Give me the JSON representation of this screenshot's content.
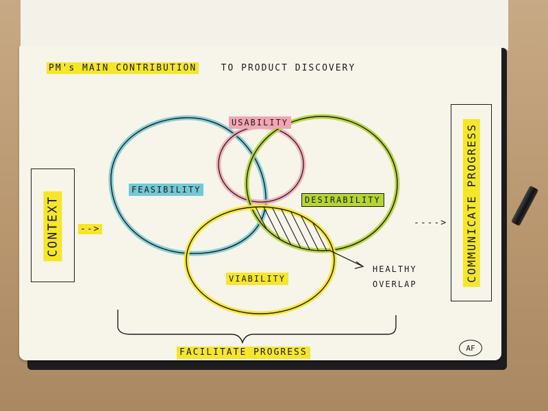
{
  "diagram": {
    "title_highlight": "PM's MAIN CONTRIBUTION",
    "title_rest": "TO PRODUCT DISCOVERY",
    "circles": {
      "feasibility": "FEASIBILITY",
      "usability": "USABILITY",
      "desirability": "DESIRABILITY",
      "viability": "VIABILITY"
    },
    "overlap_label_line1": "HEALTHY",
    "overlap_label_line2": "OVERLAP",
    "context_label": "CONTEXT",
    "communicate_label": "COMMUNICATE PROGRESS",
    "facilitate_label": "FACILITATE PROGRESS",
    "left_arrow": "-->",
    "right_arrow": "---->",
    "initials": "AF"
  },
  "colors": {
    "yellow": "#f5e62a",
    "pink": "#f2a6b4",
    "blue": "#74c8d4",
    "green": "#b5d534"
  }
}
